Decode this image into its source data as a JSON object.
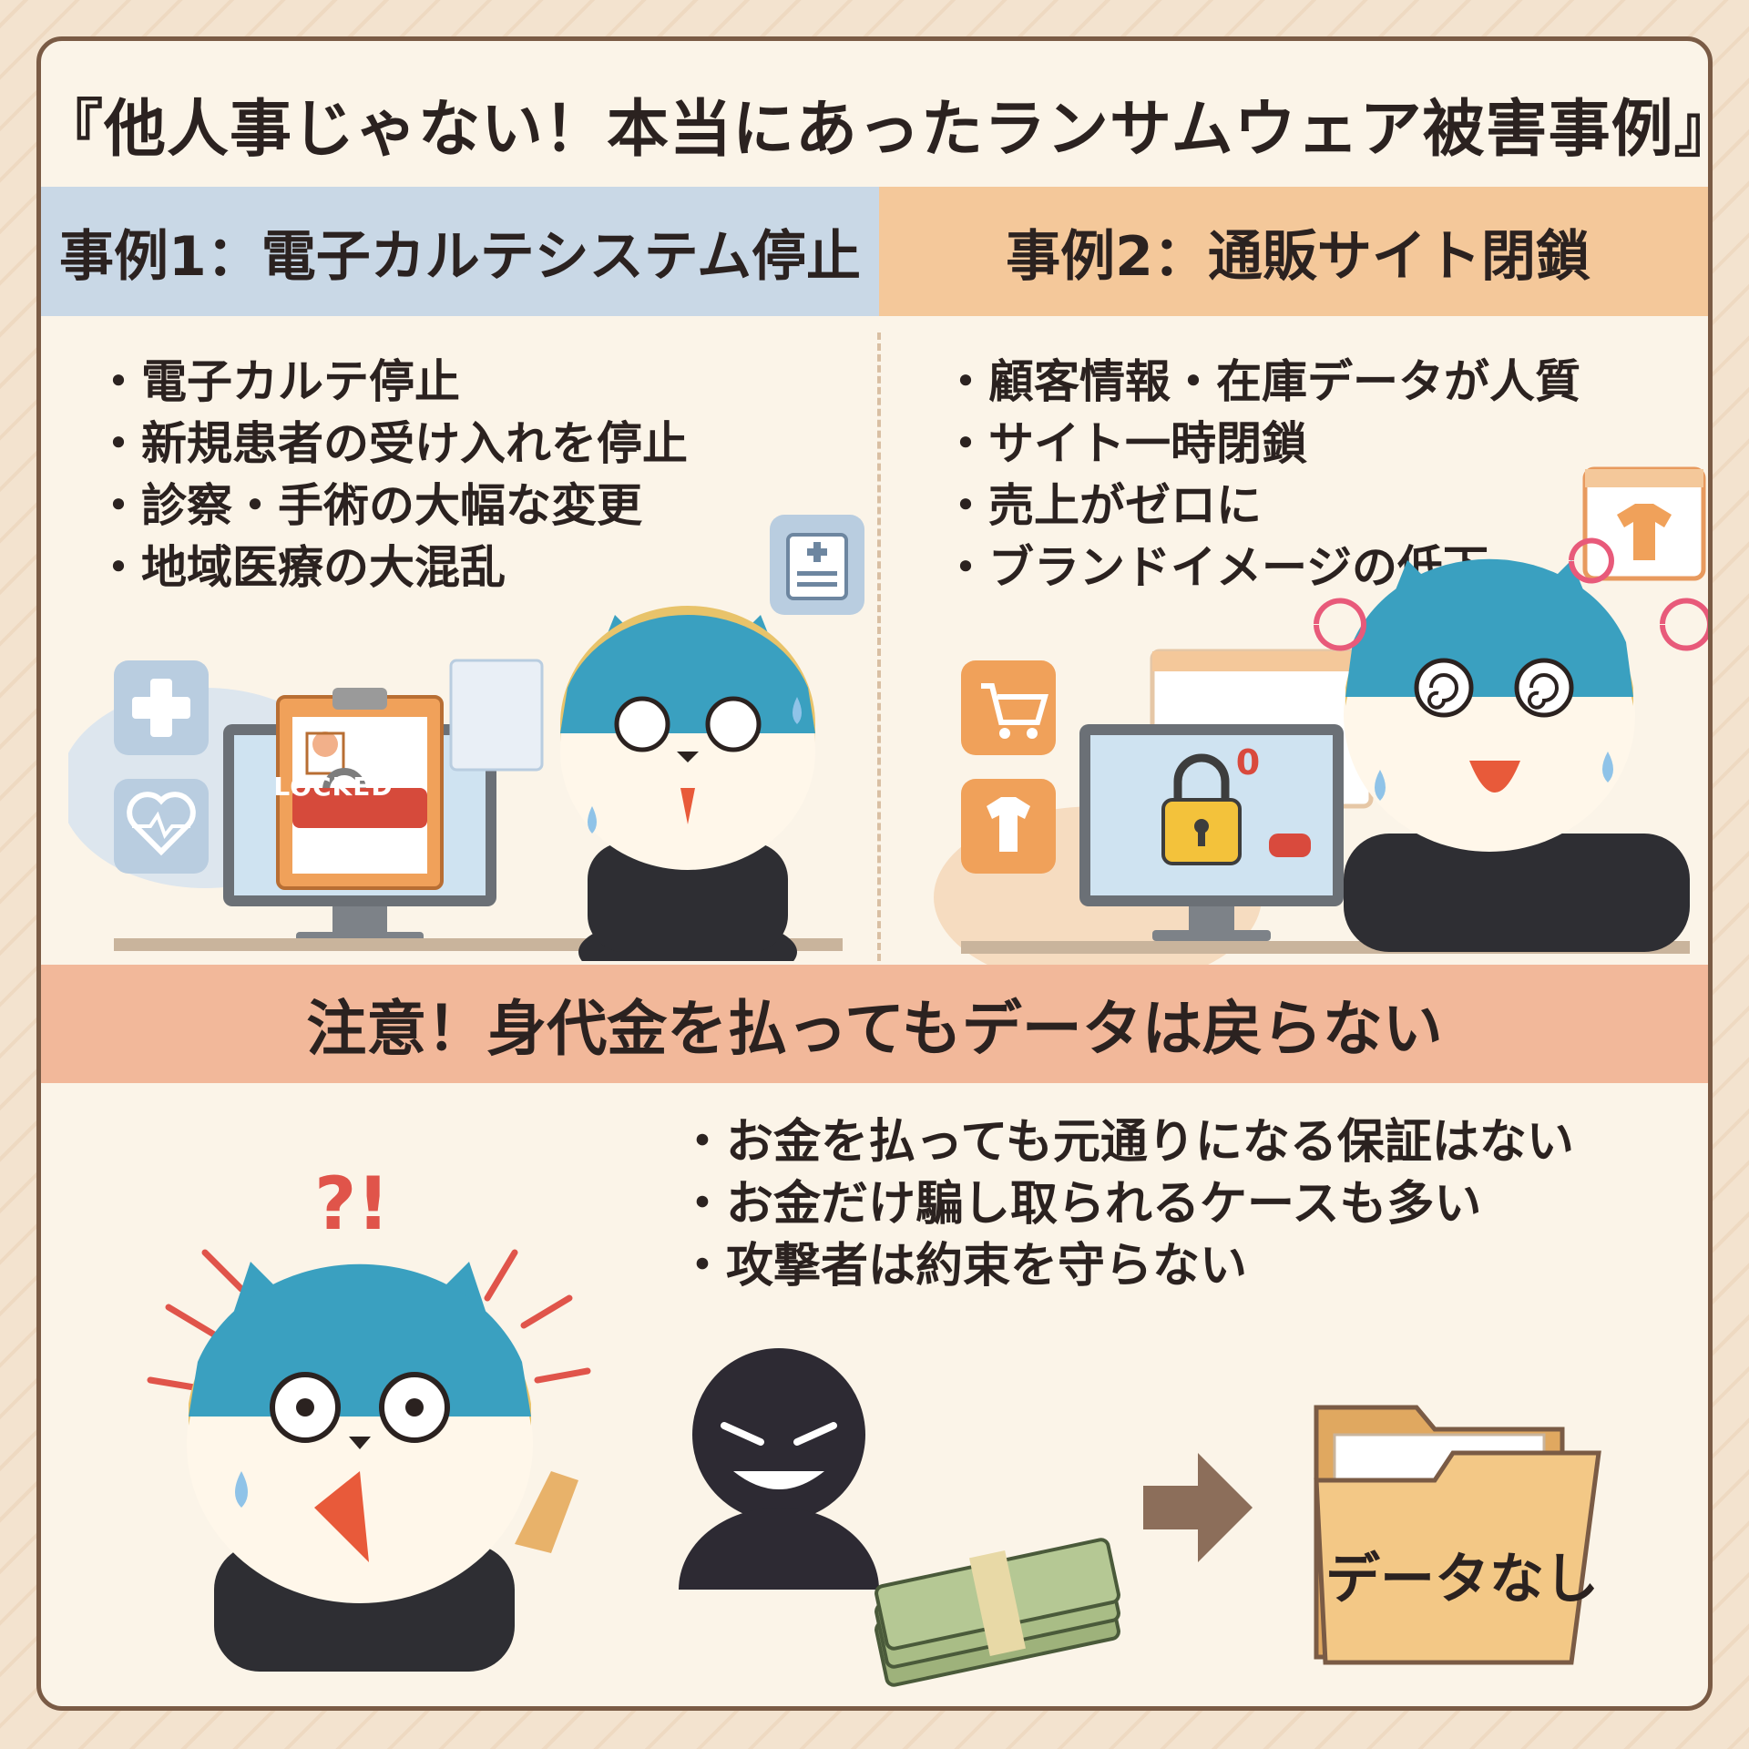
{
  "title": "『他人事じゃない！本当にあったランサムウェア被害事例』",
  "case1": {
    "heading": "事例1：電子カルテシステム停止",
    "bullets": [
      "電子カルテ停止",
      "新規患者の受け入れを停止",
      "診察・手術の大幅な変更",
      "地域医療の大混乱"
    ],
    "locked_label": "LOCKED"
  },
  "case2": {
    "heading": "事例2：通販サイト閉鎖",
    "bullets": [
      "顧客情報・在庫データが人質",
      "サイト一時閉鎖",
      "売上がゼロに",
      "ブランドイメージの低下"
    ],
    "zero_label": "0"
  },
  "warning": {
    "heading": "注意！身代金を払ってもデータは戻らない",
    "bullets": [
      "お金を払っても元通りになる保証はない",
      "お金だけ騙し取られるケースも多い",
      "攻撃者は約束を守らない"
    ],
    "exclaim": "?!",
    "folder_label": "データなし"
  },
  "colors": {
    "case1_header": "#c9d8e6",
    "case2_header": "#f4c89a",
    "warning_header": "#f2b89a",
    "border": "#7a5b45"
  },
  "icons": [
    "medical-record-icon",
    "plus-icon",
    "heart-icon",
    "cart-icon",
    "tshirt-icon",
    "lock-icon",
    "money-icon",
    "arrow-right-icon",
    "folder-icon",
    "hacker-icon"
  ]
}
